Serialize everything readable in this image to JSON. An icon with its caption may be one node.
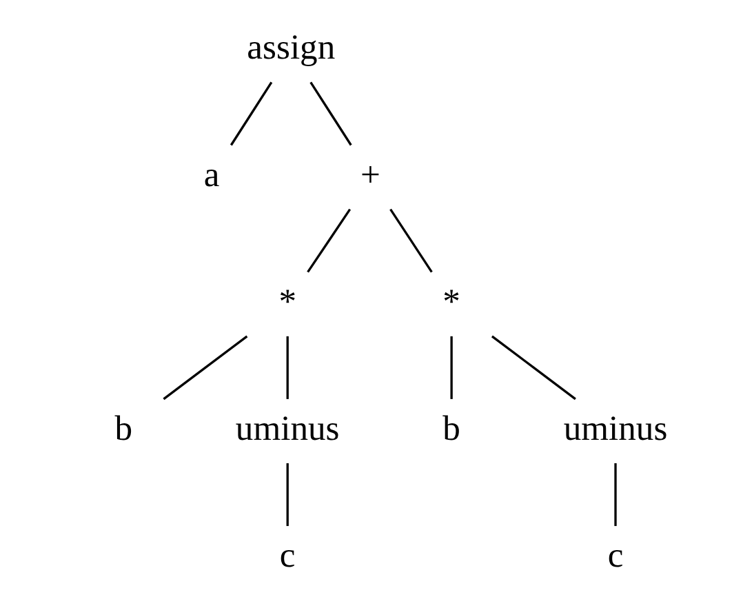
{
  "diagram": {
    "nodes": [
      {
        "text": [
          "assign"
        ]
      },
      {
        "text": [
          "a"
        ]
      },
      {
        "text": [
          "+"
        ]
      },
      {
        "text": [
          "*"
        ]
      },
      {
        "text": [
          "b"
        ]
      },
      {
        "text": [
          "uminus"
        ]
      },
      {
        "text": [
          "c"
        ]
      },
      {
        "text": [
          "*"
        ]
      },
      {
        "text": [
          "b"
        ]
      },
      {
        "text": [
          "uminus"
        ]
      },
      {
        "text": [
          "c"
        ]
      }
    ],
    "edges": [
      {
        "from": 0,
        "to": 1,
        "arrow": "none"
      },
      {
        "from": 0,
        "to": 2,
        "arrow": "none"
      },
      {
        "from": 2,
        "to": 3,
        "arrow": "none"
      },
      {
        "from": 2,
        "to": 7,
        "arrow": "none"
      },
      {
        "from": 3,
        "to": 4,
        "arrow": "none"
      },
      {
        "from": 3,
        "to": 5,
        "arrow": "none"
      },
      {
        "from": 5,
        "to": 6,
        "arrow": "none"
      },
      {
        "from": 7,
        "to": 8,
        "arrow": "none"
      },
      {
        "from": 7,
        "to": 9,
        "arrow": "none"
      },
      {
        "from": 9,
        "to": 10,
        "arrow": "none"
      }
    ]
  }
}
